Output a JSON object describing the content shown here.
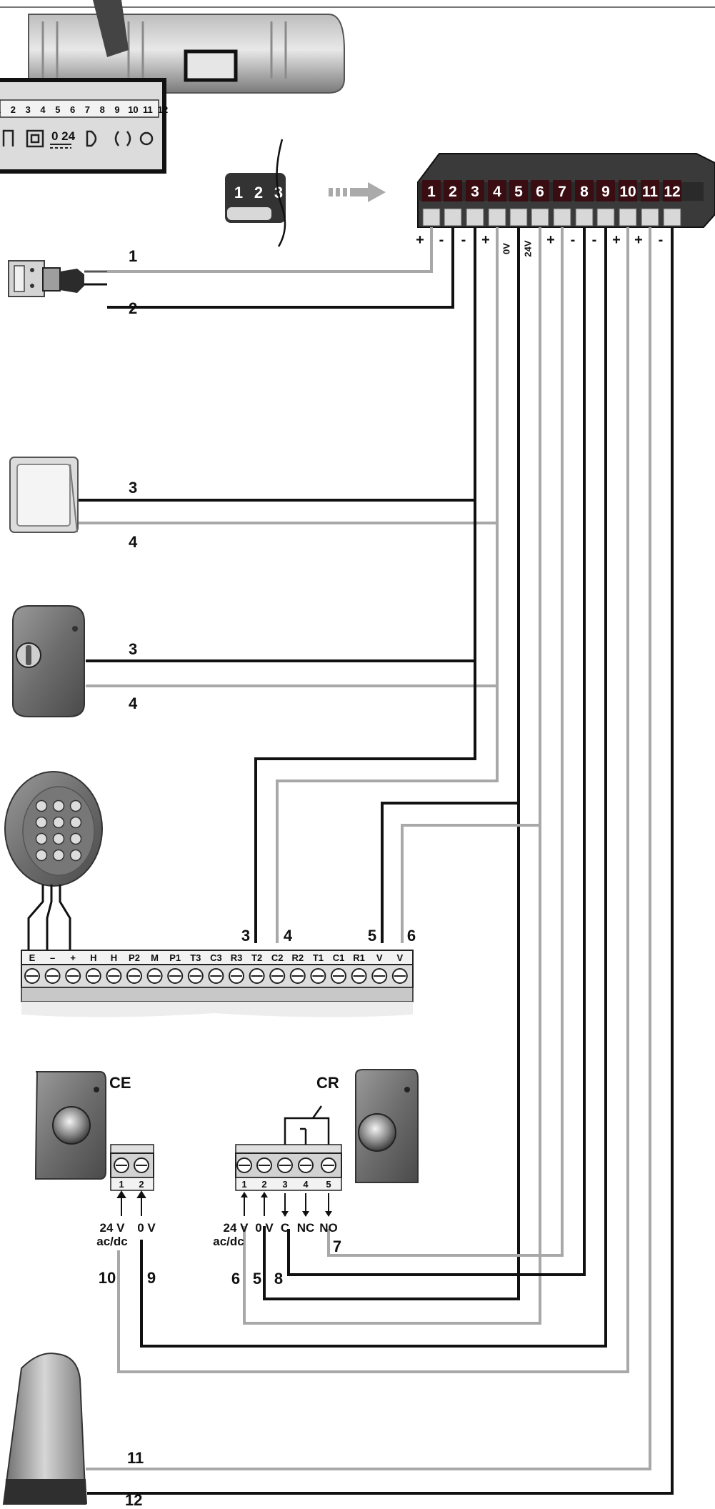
{
  "gate_drive_strip": {
    "numbers": [
      "1",
      "2",
      "3",
      "4",
      "5",
      "6",
      "7",
      "8",
      "9",
      "10",
      "11",
      "12"
    ]
  },
  "small_plug": {
    "numbers": [
      "1",
      "2",
      "3"
    ]
  },
  "bus": {
    "numbers": [
      "1",
      "2",
      "3",
      "4",
      "5",
      "6",
      "7",
      "8",
      "9",
      "10",
      "11",
      "12"
    ],
    "polarity": [
      "+",
      "-",
      "-",
      "+",
      "0V",
      "24V",
      "+",
      "-",
      "-",
      "+",
      "+",
      "-"
    ]
  },
  "wire_labels": {
    "w1": "1",
    "w2": "2",
    "w3a": "3",
    "w4a": "4",
    "w3b": "3",
    "w4b": "4",
    "w11": "11",
    "w12": "12"
  },
  "keypad_terminal": {
    "labels": [
      "E",
      "–",
      "+",
      "H",
      "H",
      "P2",
      "M",
      "P1",
      "T3",
      "C3",
      "R3",
      "T2",
      "C2",
      "R2",
      "T1",
      "C1",
      "R1",
      "V",
      "V"
    ],
    "wire_numbers": {
      "t3": "3",
      "t4": "4",
      "t5": "5",
      "t6": "6"
    }
  },
  "ce_receiver": {
    "title": "CE",
    "pins": [
      "1",
      "2"
    ],
    "pin1_label": "24 V",
    "pin1_sub": "ac/dc",
    "pin2_label": "0 V",
    "wire_a": "10",
    "wire_b": "9"
  },
  "cr_receiver": {
    "title": "CR",
    "pins": [
      "1",
      "2",
      "3",
      "4",
      "5"
    ],
    "pin_labels": [
      "24 V",
      "0 V",
      "C",
      "NC",
      "NO"
    ],
    "pin1_sub": "ac/dc",
    "wire_labels": {
      "w6": "6",
      "w5": "5",
      "w8": "8",
      "w7": "7"
    }
  },
  "colors": {
    "black_wire": "#111111",
    "gray_wire": "#a8a8a8",
    "bus_body": "#2a2a2a",
    "bus_number": "#3a0d12"
  }
}
